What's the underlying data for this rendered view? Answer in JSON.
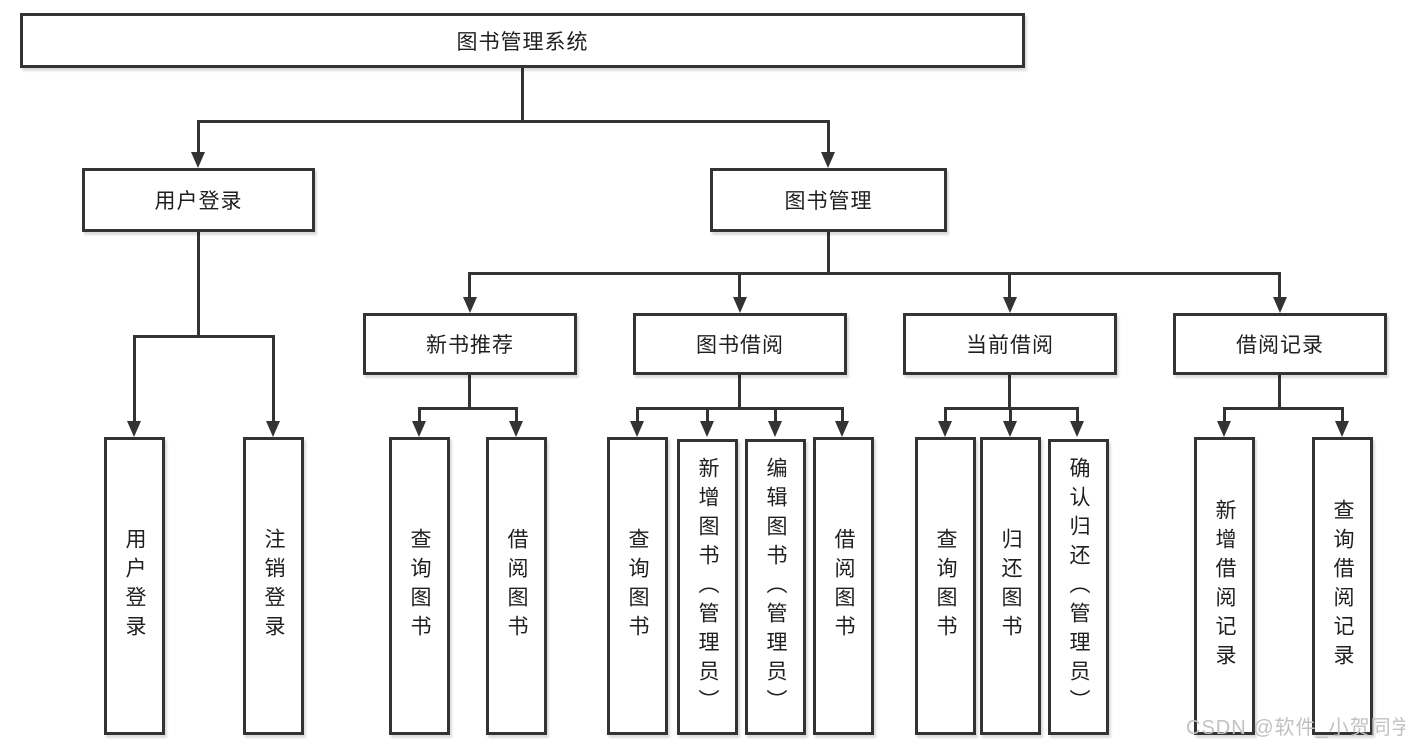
{
  "watermark": {
    "text": "CSDN @软件_小贺同学"
  },
  "tree": {
    "root": "图书管理系统",
    "children": [
      {
        "label": "用户登录",
        "children": [
          {
            "label": "用户登录"
          },
          {
            "label": "注销登录"
          }
        ]
      },
      {
        "label": "图书管理",
        "children": [
          {
            "label": "新书推荐",
            "children": [
              {
                "label": "查询图书"
              },
              {
                "label": "借阅图书"
              }
            ]
          },
          {
            "label": "图书借阅",
            "children": [
              {
                "label": "查询图书"
              },
              {
                "label": "新增图书（管理员）"
              },
              {
                "label": "编辑图书（管理员）"
              },
              {
                "label": "借阅图书"
              }
            ]
          },
          {
            "label": "当前借阅",
            "children": [
              {
                "label": "查询图书"
              },
              {
                "label": "归还图书"
              },
              {
                "label": "确认归还（管理员）"
              }
            ]
          },
          {
            "label": "借阅记录",
            "children": [
              {
                "label": "新增借阅记录"
              },
              {
                "label": "查询借阅记录"
              }
            ]
          }
        ]
      }
    ]
  }
}
